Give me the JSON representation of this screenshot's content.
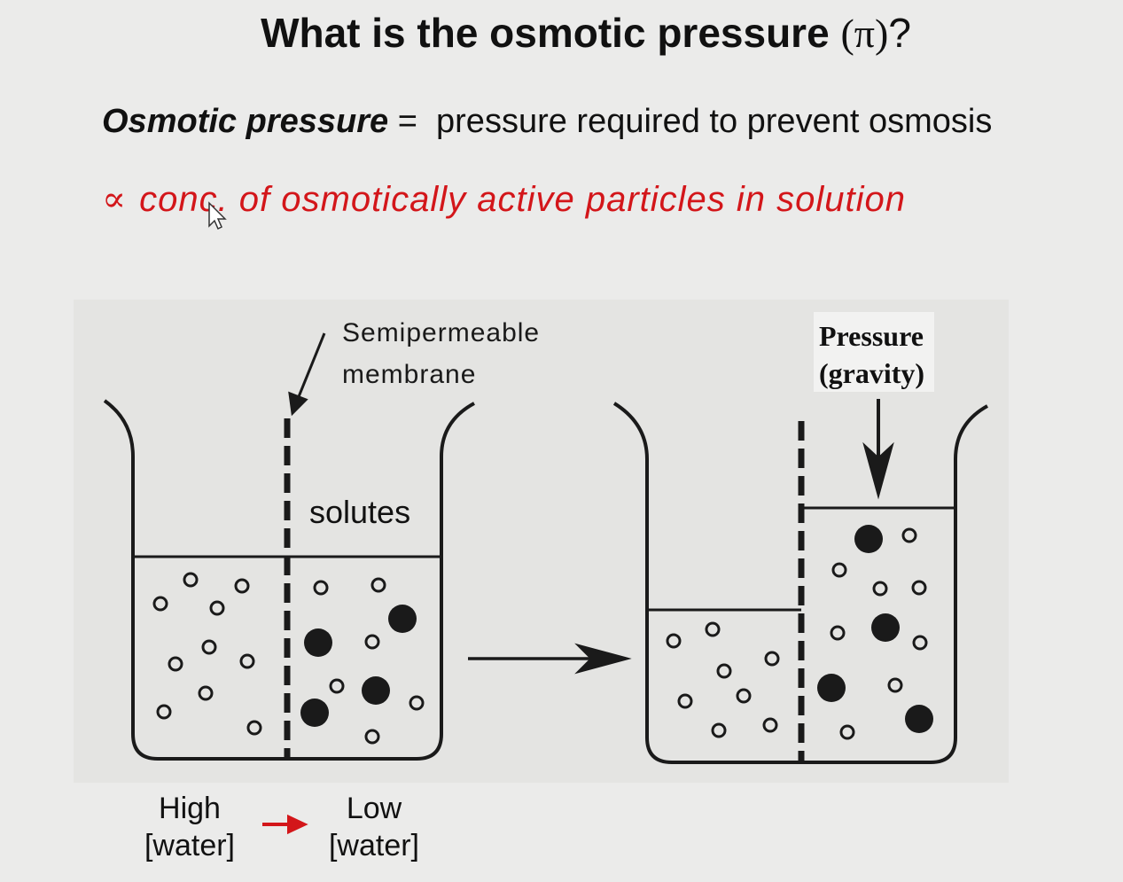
{
  "title": {
    "text": "What is the osmotic pressure ",
    "pi": "(π)",
    "q": "?"
  },
  "definition": {
    "term": "Osmotic pressure",
    "equals": " =  ",
    "text": "pressure required to prevent osmosis"
  },
  "proportional": {
    "symbol": "∝",
    "text": "conc. of osmotically active particles in solution"
  },
  "diagram": {
    "membrane_label_1": "Semipermeable",
    "membrane_label_2": "membrane",
    "solutes_label": "solutes",
    "pressure_label_1": "Pressure",
    "pressure_label_2": "(gravity)"
  },
  "bottom": {
    "left_1": "High",
    "left_2": "[water]",
    "right_1": "Low",
    "right_2": "[water]"
  },
  "colors": {
    "accent": "#d3161a",
    "ink": "#111111",
    "figure_bg": "#e4e4e2"
  }
}
